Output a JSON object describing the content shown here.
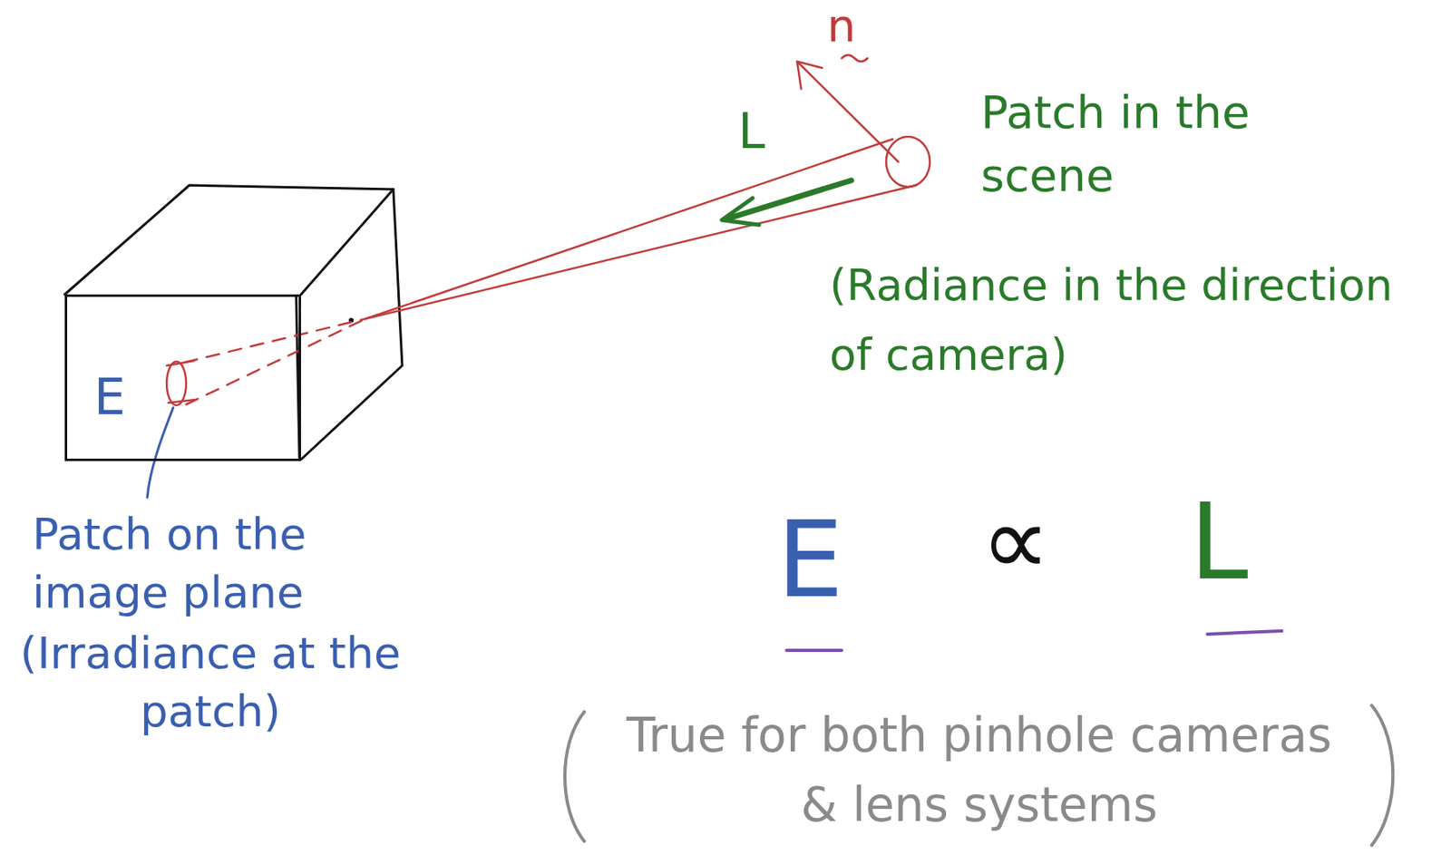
{
  "diagram": {
    "nodes": [
      {
        "text": [
          "E"
        ]
      }
    ],
    "labels": [
      "n",
      "L",
      "Patch in the scene",
      "(Radiance in the direction of camera)",
      "Patch on the image plane",
      "(Irradiance at the patch)",
      "E",
      "∝",
      "L",
      "True for both pinhole cameras & lens systems"
    ]
  }
}
